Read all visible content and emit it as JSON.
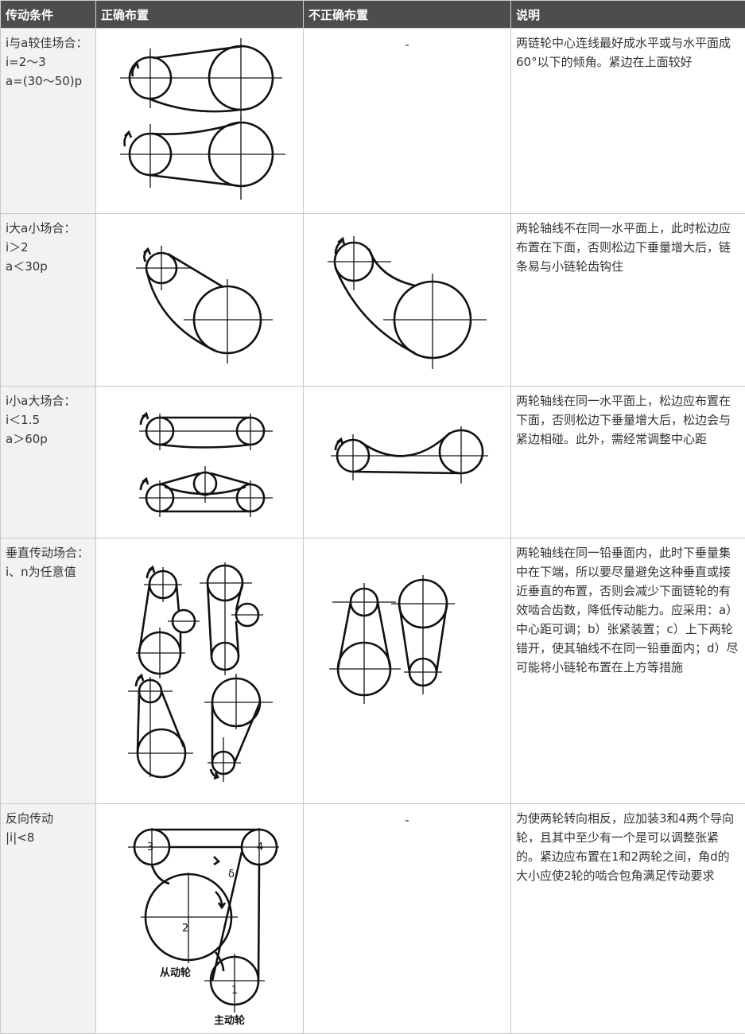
{
  "headers": [
    "传动条件",
    "正确布置",
    "不正确布置",
    "说明"
  ],
  "rows": [
    {
      "condition": [
        "i与a较佳场合：",
        "i=2～3",
        "a=(30～50)p"
      ],
      "correct": "figure",
      "incorrect": "-",
      "note": "两链轮中心连线最好成水平或与水平面成60°以下的倾角。紧边在上面较好"
    },
    {
      "condition": [
        "i大a小场合：",
        "i＞2",
        "a＜30p"
      ],
      "correct": "figure",
      "incorrect": "figure",
      "note": "两轮轴线不在同一水平面上，此时松边应布置在下面，否则松边下垂量增大后，链条易与小链轮齿钩住"
    },
    {
      "condition": [
        "i小a大场合：",
        "i＜1.5",
        "a＞60p"
      ],
      "correct": "figure",
      "incorrect": "figure",
      "note": "两轮轴线在同一水平面上，松边应布置在下面，否则松边下垂量增大后，松边会与紧边相碰。此外，需经常调整中心距"
    },
    {
      "condition": [
        "垂直传动场合：",
        "i、n为任意值"
      ],
      "correct": "figure",
      "incorrect": "figure",
      "note": "两轮轴线在同一铅垂面内，此时下垂量集中在下端，所以要尽量避免这种垂直或接近垂直的布置，否则会减少下面链轮的有效啮合齿数，降低传动能力。应采用：a）中心距可调；b）张紧装置；c）上下两轮错开，使其轴线不在同一铅垂面内；d）尽可能将小链轮布置在上方等措施"
    },
    {
      "condition": [
        "反向传动",
        "|i|<8"
      ],
      "correct": "figure",
      "incorrect": "-",
      "note": "为使两轮转向相反，应加装3和4两个导向轮，且其中至少有一个是可以调整张紧的。紧边应布置在1和2两轮之间，角d的大小应使2轮的啮合包角满足传动要求"
    }
  ],
  "figure_labels": {
    "wheel_3": "3",
    "wheel_4": "4",
    "wheel_2": "2",
    "wheel_1": "1",
    "angle": "δ",
    "driven": "从动轮",
    "driver": "主动轮"
  }
}
